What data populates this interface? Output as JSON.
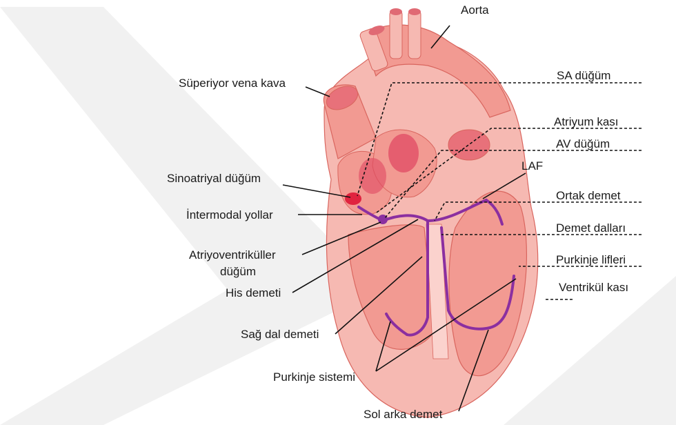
{
  "labels": {
    "aorta": "Aorta",
    "superior_vena_cava": "Süperiyor vena kava",
    "sa_node_right": "SA düğüm",
    "atrial_muscle": "Atriyum kası",
    "av_node_right": "AV düğüm",
    "laf": "LAF",
    "common_bundle": "Ortak demet",
    "bundle_branches": "Demet dalları",
    "purkinje_fibers": "Purkinje lifleri",
    "ventricular_muscle": "Ventrikül kası",
    "sinoatrial_node": "Sinoatriyal düğüm",
    "internodal_pathways": "İntermodal yollar",
    "av_node_left_line1": "Atriyoventriküller",
    "av_node_left_line2": "düğüm",
    "his_bundle": "His demeti",
    "right_bundle_branch": "Sağ dal demeti",
    "purkinje_system": "Purkinje sistemi",
    "left_posterior_bundle": "Sol arka demet"
  },
  "colors": {
    "heart_outer": "#f6b9b2",
    "heart_mid": "#f29a92",
    "heart_inner": "#ee8a82",
    "heart_outline": "#d9655e",
    "node_red": "#e0233f",
    "conduction_purple": "#8b2fa0",
    "watermark": "#f1f1f1"
  }
}
